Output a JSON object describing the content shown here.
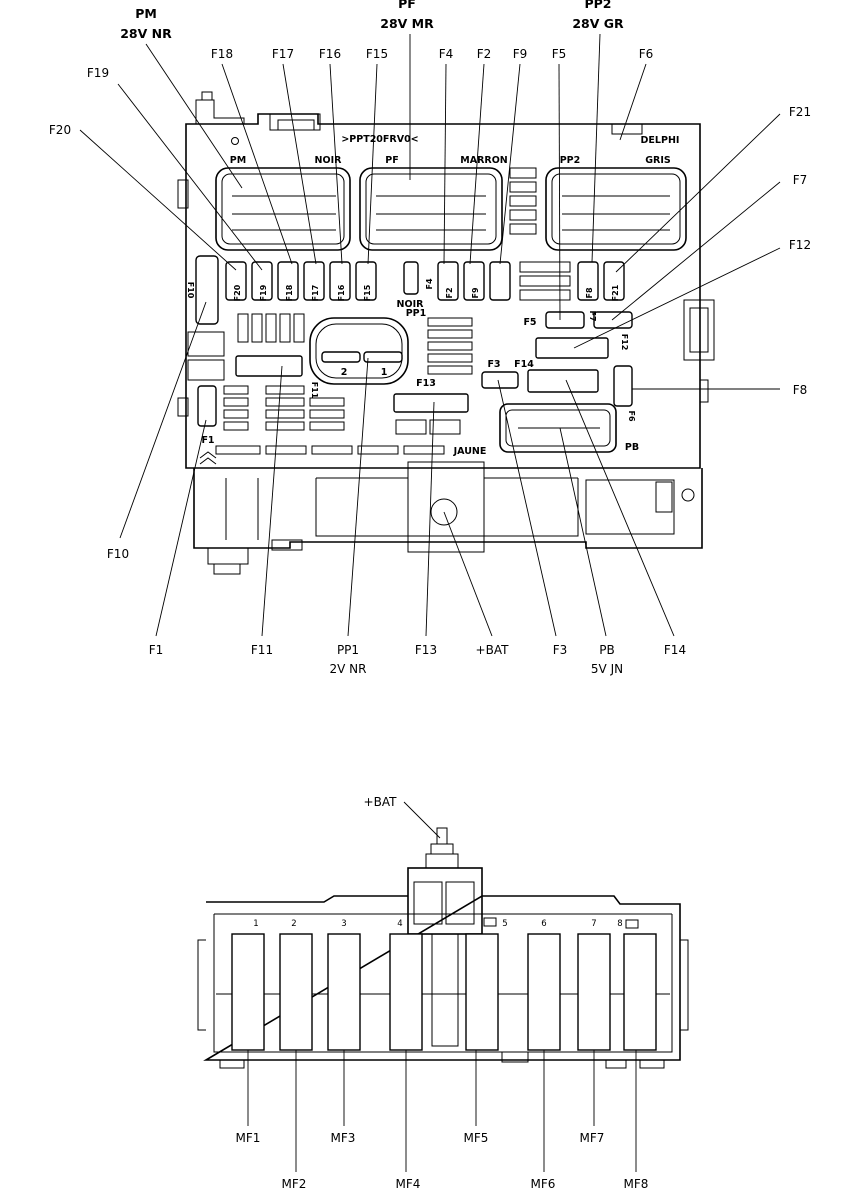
{
  "top_labels": {
    "pm": {
      "name": "PM",
      "sub": "28V NR"
    },
    "pf": {
      "name": "PF",
      "sub": "28V MR"
    },
    "pp2": {
      "name": "PP2",
      "sub": "28V GR"
    }
  },
  "callouts_top": {
    "f18": "F18",
    "f17": "F17",
    "f16": "F16",
    "f15": "F15",
    "f4": "F4",
    "f2": "F2",
    "f9": "F9",
    "f5": "F5",
    "f6": "F6",
    "f19": "F19",
    "f20": "F20"
  },
  "callouts_right": {
    "f21": "F21",
    "f7": "F7",
    "f12": "F12",
    "f8": "F8"
  },
  "callouts_bottom": {
    "f10": "F10",
    "f1": "F1",
    "f11": "F11",
    "pp1": "PP1",
    "pp1_sub": "2V NR",
    "f13": "F13",
    "bat": "+BAT",
    "f3": "F3",
    "pb": "PB",
    "pb_sub": "5V JN",
    "f14": "F14"
  },
  "inner_labels": {
    "part_code": ">PPT20FRV0<",
    "brand": "DELPHI",
    "pm": "PM",
    "noir": "NOIR",
    "pf": "PF",
    "marron": "MARRON",
    "pp2": "PP2",
    "gris": "GRIS",
    "noir2": "NOIR",
    "pp1": "PP1",
    "f13": "F13",
    "f3": "F3",
    "f14": "F14",
    "f5": "F5",
    "f1": "F1",
    "pb": "PB",
    "jaune": "JAUNE",
    "pin2": "2",
    "pin1": "1"
  },
  "fuse_labels": [
    "F20",
    "F19",
    "F18",
    "F17",
    "F16",
    "F15",
    "F4",
    "F2",
    "F9",
    "F8",
    "F21",
    "F10",
    "F11",
    "F12",
    "F6",
    "F7"
  ],
  "bottom_diagram": {
    "bat": "+BAT",
    "slots": [
      "1",
      "2",
      "3",
      "4",
      "5",
      "6",
      "7",
      "8"
    ],
    "mf_top_row": [
      "MF1",
      "MF3",
      "MF5",
      "MF7"
    ],
    "mf_bottom_row": [
      "MF2",
      "MF4",
      "MF6",
      "MF8"
    ]
  }
}
